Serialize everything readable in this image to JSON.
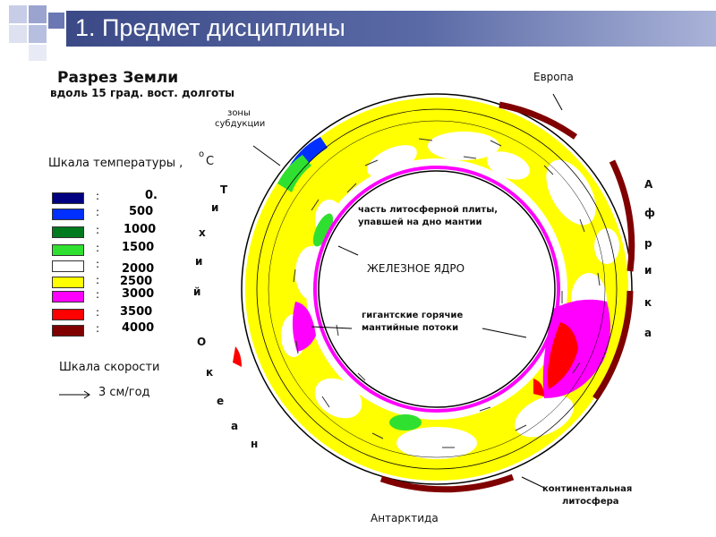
{
  "slide": {
    "title": "1. Предмет дисциплины"
  },
  "figure": {
    "heading": "Разрез Земли",
    "subheading": "вдоль 15 град. вост. долготы",
    "subduction_label": [
      "зоны",
      "субдукции"
    ],
    "temp_scale_title": "Шкала температуры ,",
    "temp_unit_degree": "o",
    "temp_unit_letter": "С",
    "temperature_scale": [
      {
        "value": "0.",
        "color": "#000080"
      },
      {
        "value": "500",
        "color": "#0030ff"
      },
      {
        "value": "1000",
        "color": "#007a1e"
      },
      {
        "value": "1500",
        "color": "#30e030"
      },
      {
        "value": "2000",
        "color": "#ffffff"
      },
      {
        "value": "2500",
        "color": "#ffff00"
      },
      {
        "value": "3000",
        "color": "#ff00ff"
      },
      {
        "value": "3500",
        "color": "#ff0000"
      },
      {
        "value": "4000",
        "color": "#800000"
      }
    ],
    "velocity_scale_title": "Шкала скорости",
    "velocity_value": "3 см/год",
    "ocean_letters": [
      "Т",
      "и",
      "х",
      "и",
      "й",
      "О",
      "к",
      "е",
      "а",
      "н"
    ],
    "africa_letters": [
      "А",
      "ф",
      "р",
      "и",
      "к",
      "а"
    ],
    "europe_label": "Европа",
    "antarctica_label": "Антарктида",
    "slab_label": [
      "часть литосферной плиты,",
      "упавшей на дно мантии"
    ],
    "core_label": "ЖЕЛЕЗНОЕ ЯДРО",
    "plume_label": [
      "гигантские горячие",
      "мантийные потоки"
    ],
    "continental_label": [
      "континентальная",
      "литосфера"
    ]
  }
}
